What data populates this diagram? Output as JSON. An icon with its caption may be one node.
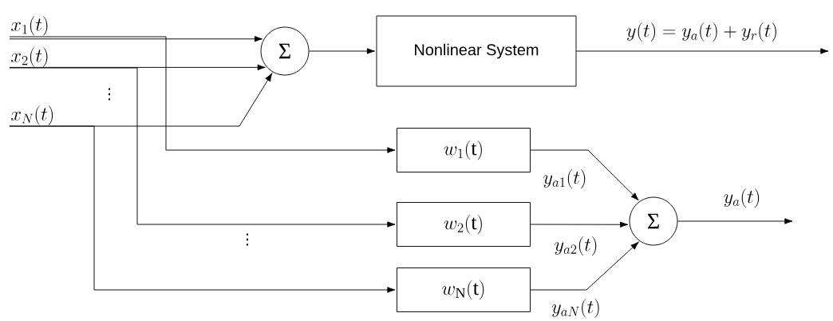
{
  "diagram": {
    "nodes": [
      {
        "text": [
          "x_{1}(t)"
        ]
      },
      {
        "text": [
          "x_{2}(t)"
        ]
      },
      {
        "text": [
          "x_{N}(t)"
        ]
      },
      {
        "text": [
          "Σ"
        ]
      },
      {
        "text": [
          "Nonlinear System"
        ]
      },
      {
        "text": [
          "w_{1}(\\mathrm{t})"
        ]
      },
      {
        "text": [
          "w_{2}(\\mathrm{t})"
        ]
      },
      {
        "text": [
          "w_{\\mathrm{N}}(\\mathrm{t})"
        ]
      },
      {
        "text": [
          "Σ"
        ]
      }
    ],
    "edges": [
      {
        "from": 0,
        "to": 3,
        "arrow": "to"
      },
      {
        "from": 1,
        "to": 3,
        "arrow": "to"
      },
      {
        "from": 2,
        "to": 3,
        "arrow": "to"
      },
      {
        "from": 0,
        "to": 5,
        "arrow": "to"
      },
      {
        "from": 1,
        "to": 6,
        "arrow": "to"
      },
      {
        "from": 2,
        "to": 7,
        "arrow": "to"
      },
      {
        "from": 3,
        "to": 4,
        "arrow": "to"
      },
      {
        "from": 4,
        "to": null,
        "arrow": "to",
        "label": "y(t) = y_{a}(t) + y_{r}(t)"
      },
      {
        "from": 5,
        "to": 8,
        "arrow": "to",
        "label": "y_{a1}(t)"
      },
      {
        "from": 6,
        "to": 8,
        "arrow": "to",
        "label": "y_{a2}(t)"
      },
      {
        "from": 7,
        "to": 8,
        "arrow": "to",
        "label": "y_{aN}(t)"
      },
      {
        "from": 8,
        "to": null,
        "arrow": "to",
        "label": "y_{a}(t)"
      }
    ],
    "labels": [
      "⋮",
      "⋮"
    ]
  }
}
